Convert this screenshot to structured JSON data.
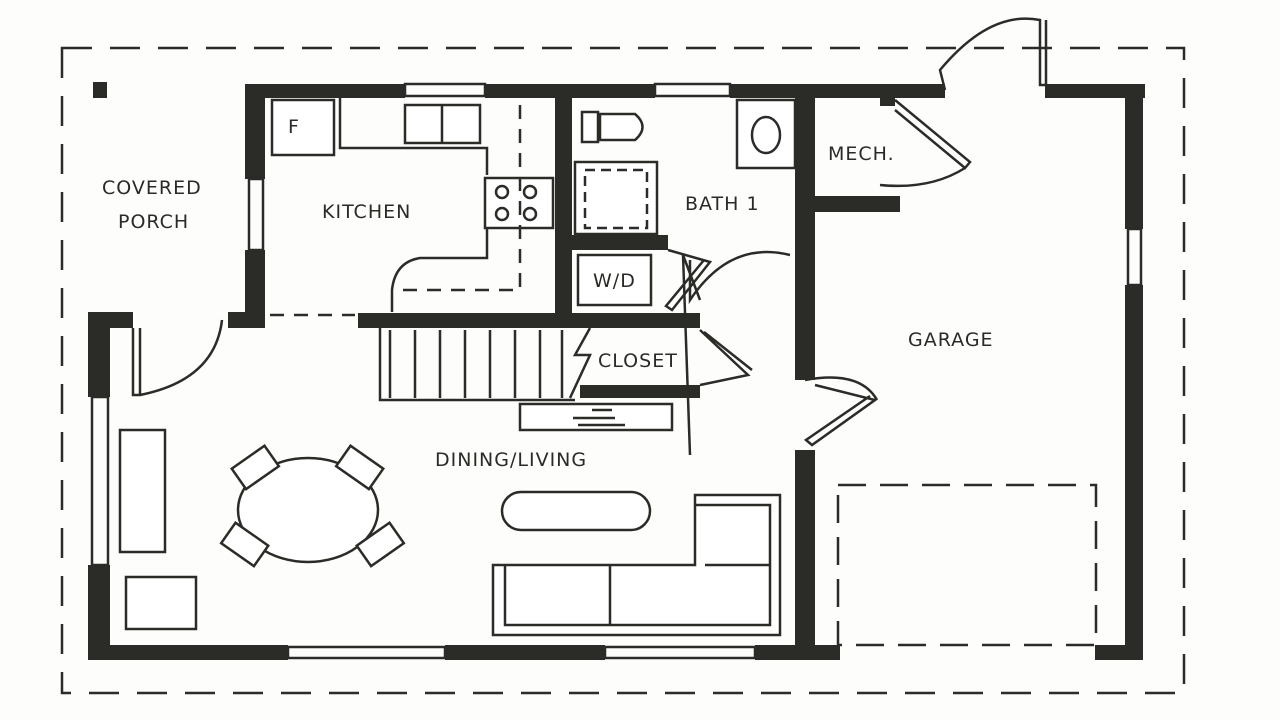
{
  "floor_plan": {
    "rooms": {
      "covered_porch": [
        "COVERED",
        "PORCH"
      ],
      "kitchen": "KITCHEN",
      "bath": "BATH 1",
      "mech": "MECH.",
      "washer_dryer": "W/D",
      "closet": "CLOSET",
      "garage": "GARAGE",
      "dining_living": "DINING/LIVING",
      "fridge": "F"
    },
    "colors": {
      "ink": "#2b2b27",
      "paper": "#fdfdfb",
      "shadow": "#c9cbc4"
    }
  }
}
